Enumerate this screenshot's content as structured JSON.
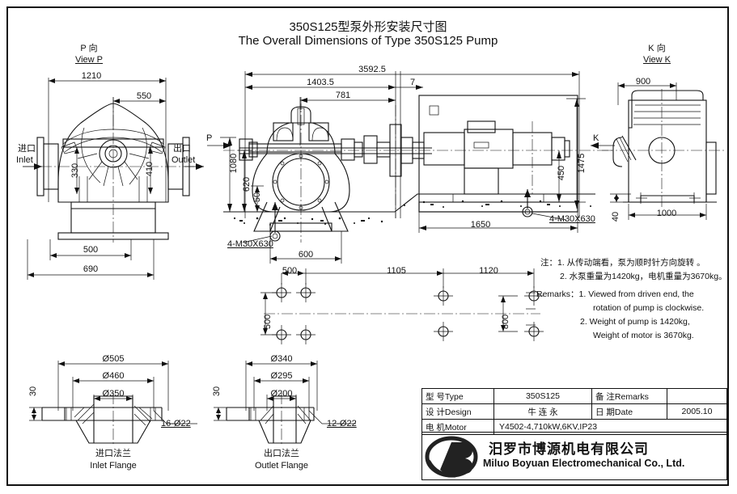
{
  "sheet": {
    "title_cn": "350S125型泵外形安装尺寸图",
    "title_en": "The Overall Dimensions of Type 350S125 Pump"
  },
  "view_p": {
    "label_cn": "P 向",
    "label_en": "View P",
    "dims": {
      "overall_width": "1210",
      "half_width": "550",
      "inlet_height": "330",
      "outlet_height": "410",
      "base_inner": "500",
      "base_outer": "690"
    },
    "ports": {
      "inlet_cn": "进口",
      "inlet_en": "Inlet",
      "outlet_cn": "出口",
      "outlet_en": "Outlet"
    }
  },
  "main_view": {
    "arrow_p": "P",
    "arrow_k": "K",
    "dims": {
      "overall_length": "3592.5",
      "pump_to_coupling": "1403.5",
      "pump_center_to_coupling": "781",
      "gap": "7",
      "shaft_height_total": "1080",
      "shaft_height": "620",
      "base_thickness": "50",
      "motor_shaft_height": "1475",
      "motor_base_height": "450",
      "pump_base_width": "600",
      "motor_base_length": "1650",
      "bolt_span_1": "500",
      "bolt_span_2": "1105",
      "bolt_span_3": "1120",
      "bolt_width_pump": "500",
      "bolt_width_motor": "800"
    },
    "anchor_left": "4-M30X630",
    "anchor_right": "4-M30X630"
  },
  "view_k": {
    "label_cn": "K 向",
    "label_en": "View K",
    "dims": {
      "top_width": "900",
      "base_width": "1000",
      "foot_height": "40"
    }
  },
  "inlet_flange": {
    "title_cn": "进口法兰",
    "title_en": "Inlet Flange",
    "dims": {
      "outer": "Ø505",
      "bolt_circle": "Ø460",
      "bore": "Ø350",
      "thickness": "30",
      "holes": "16-Ø22"
    }
  },
  "outlet_flange": {
    "title_cn": "出口法兰",
    "title_en": "Outlet Flange",
    "dims": {
      "outer": "Ø340",
      "bolt_circle": "Ø295",
      "bore": "Ø200",
      "thickness": "30",
      "holes": "12-Ø22"
    }
  },
  "notes": {
    "cn_head": "注：",
    "cn_1": "1. 从传动端看，泵为顺时针方向旋转 。",
    "cn_2": "2. 水泵重量为1420kg，电机重量为3670kg。",
    "en_head": "Remarks：",
    "en_1a": "1. Viewed from driven end, the",
    "en_1b": "rotation of pump is  clockwise.",
    "en_2a": "2. Weight of pump is 1420kg,",
    "en_2b": "Weight of motor is 3670kg."
  },
  "info_table": {
    "rows": [
      {
        "label": "型 号Type",
        "value": "350S125",
        "label2": "备 注Remarks",
        "value2": ""
      },
      {
        "label": "设 计Design",
        "value": "牛 连 永",
        "label2": "日 期Date",
        "value2": "2005.10"
      }
    ],
    "motor_label": "电 机Motor",
    "motor_value": "Y4502-4,710kW,6KV,IP23"
  },
  "company": {
    "logo_text": "B",
    "name_cn": "汨罗市博源机电有限公司",
    "name_en": "Miluo Boyuan Electromechanical Co., Ltd."
  }
}
